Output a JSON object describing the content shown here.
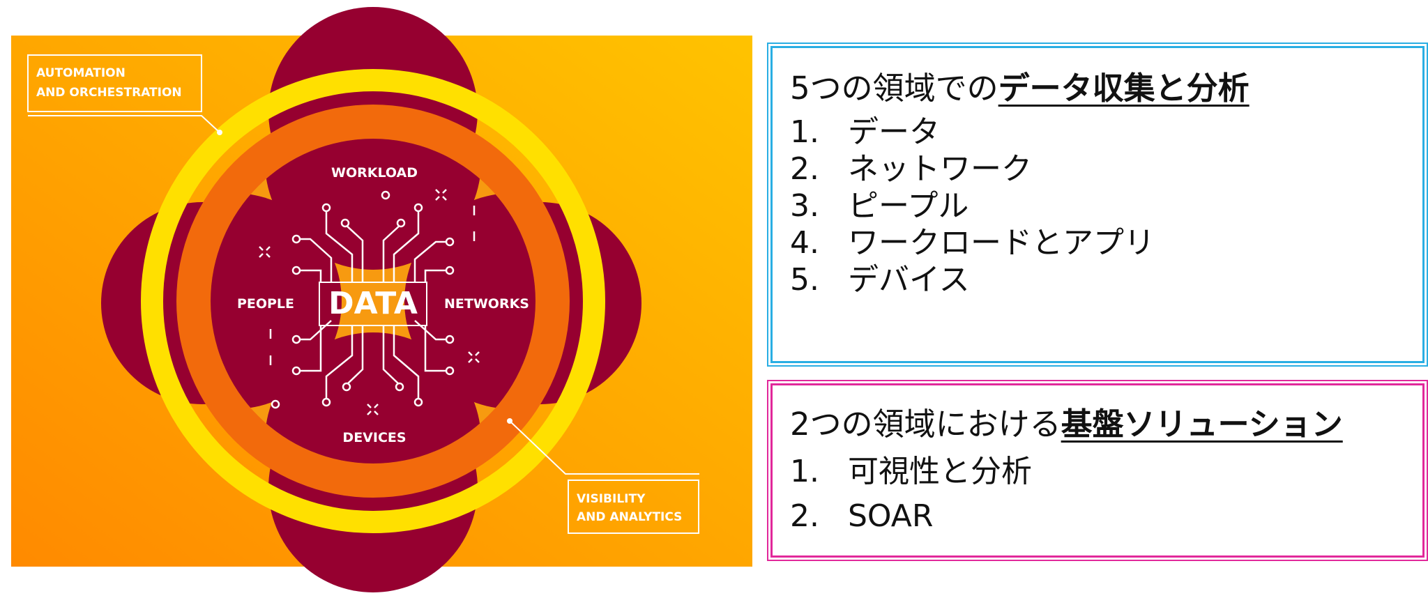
{
  "diagram": {
    "center_label": "DATA",
    "domains": {
      "top": "WORKLOAD",
      "left": "PEOPLE",
      "right": "NETWORKS",
      "bottom": "DEVICES"
    },
    "callouts": {
      "top_left": [
        "AUTOMATION",
        "AND ORCHESTRATION"
      ],
      "bottom_right": [
        "VISIBILITY",
        "AND ANALYTICS"
      ]
    },
    "colors": {
      "background_light": "#ffc300",
      "background_dark": "#ff8a00",
      "domain_fill": "#960030",
      "outer_ring": "#ffe000",
      "inner_ring": "#f26a0c",
      "center_fill": "#f79a10",
      "line": "#ffffff"
    }
  },
  "panel_top": {
    "heading_plain": "5つの領域での",
    "heading_emphasis": "データ収集と分析",
    "border_color": "#29aee3",
    "items": [
      {
        "num": "1.",
        "text": "データ"
      },
      {
        "num": "2.",
        "text": "ネットワーク"
      },
      {
        "num": "3.",
        "text": "ピープル"
      },
      {
        "num": "4.",
        "text": "ワークロードとアプリ"
      },
      {
        "num": "5.",
        "text": "デバイス"
      }
    ]
  },
  "panel_bottom": {
    "heading_plain": "2つの領域における",
    "heading_emphasis": "基盤ソリューション",
    "border_color": "#e1289a",
    "items": [
      {
        "num": "1.",
        "text": "可視性と分析"
      },
      {
        "num": "2.",
        "text": "SOAR"
      }
    ]
  }
}
